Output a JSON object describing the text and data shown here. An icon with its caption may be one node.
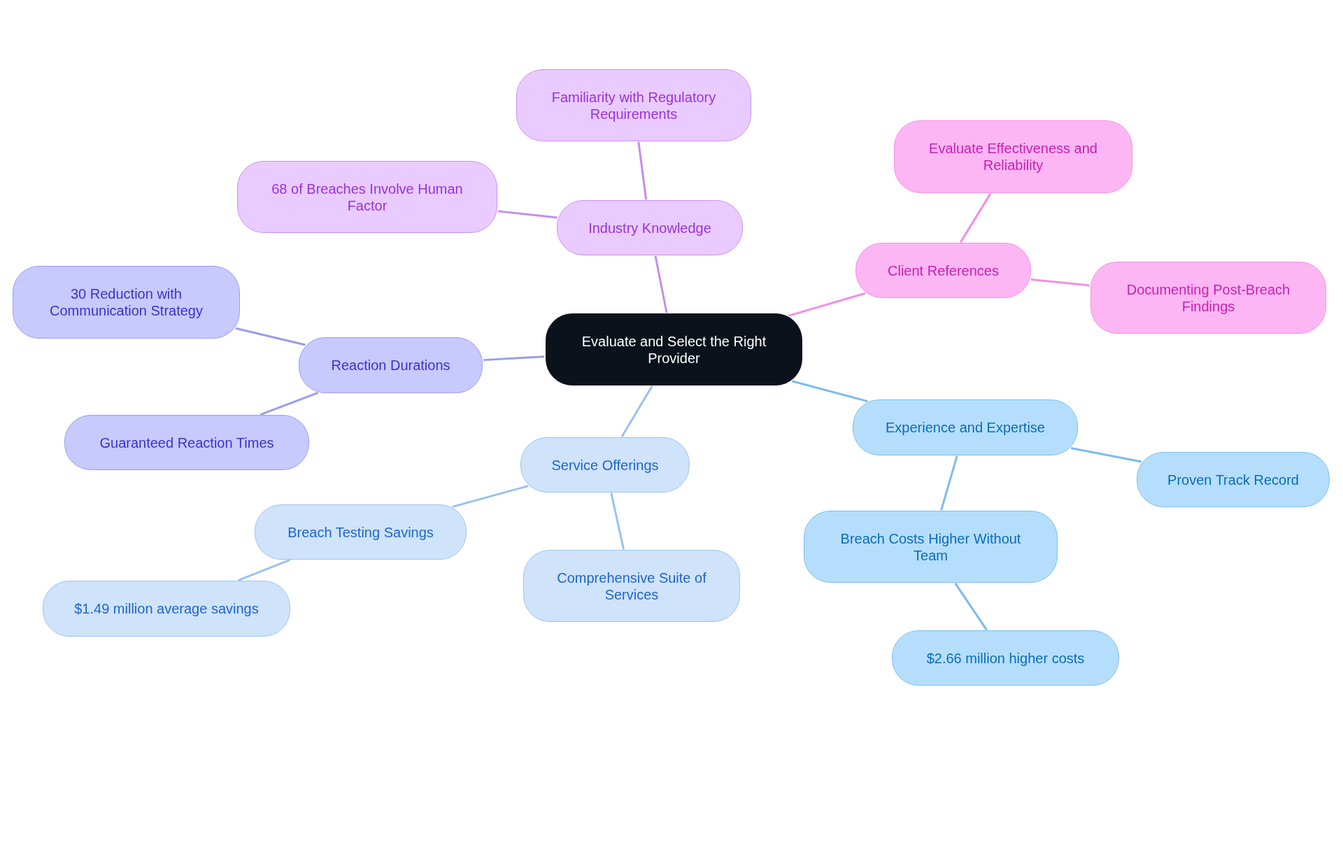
{
  "diagram": {
    "nodes": [
      {
        "text": [
          "Evaluate and Select the Right Provider"
        ]
      },
      {
        "text": [
          "Industry Knowledge"
        ]
      },
      {
        "text": [
          "Familiarity with Regulatory Requirements"
        ]
      },
      {
        "text": [
          "68 of Breaches Involve Human Factor"
        ]
      },
      {
        "text": [
          "Client References"
        ]
      },
      {
        "text": [
          "Evaluate Effectiveness and Reliability"
        ]
      },
      {
        "text": [
          "Documenting Post-Breach Findings"
        ]
      },
      {
        "text": [
          "Reaction Durations"
        ]
      },
      {
        "text": [
          "30 Reduction with Communication Strategy"
        ]
      },
      {
        "text": [
          "Guaranteed Reaction Times"
        ]
      },
      {
        "text": [
          "Service Offerings"
        ]
      },
      {
        "text": [
          "Breach Testing Savings"
        ]
      },
      {
        "text": [
          "$1.49 million average savings"
        ]
      },
      {
        "text": [
          "Comprehensive Suite of Services"
        ]
      },
      {
        "text": [
          "Experience and Expertise"
        ]
      },
      {
        "text": [
          "Proven Track Record"
        ]
      },
      {
        "text": [
          "Breach Costs Higher Without Team"
        ]
      },
      {
        "text": [
          "$2.66 million higher costs"
        ]
      }
    ],
    "edges": [
      {
        "from": 0,
        "to": 1,
        "arrow": "none",
        "color": "#c68cf0"
      },
      {
        "from": 1,
        "to": 2,
        "arrow": "none",
        "color": "#c68cf0"
      },
      {
        "from": 1,
        "to": 3,
        "arrow": "none",
        "color": "#c68cf0"
      },
      {
        "from": 0,
        "to": 4,
        "arrow": "none",
        "color": "#f28fe4"
      },
      {
        "from": 4,
        "to": 5,
        "arrow": "none",
        "color": "#f28fe4"
      },
      {
        "from": 4,
        "to": 6,
        "arrow": "none",
        "color": "#f28fe4"
      },
      {
        "from": 0,
        "to": 7,
        "arrow": "none",
        "color": "#9a9cf0"
      },
      {
        "from": 7,
        "to": 8,
        "arrow": "none",
        "color": "#9a9cf0"
      },
      {
        "from": 7,
        "to": 9,
        "arrow": "none",
        "color": "#9a9cf0"
      },
      {
        "from": 0,
        "to": 10,
        "arrow": "none",
        "color": "#99c2ee"
      },
      {
        "from": 10,
        "to": 11,
        "arrow": "none",
        "color": "#99c2ee"
      },
      {
        "from": 11,
        "to": 12,
        "arrow": "none",
        "color": "#99c2ee"
      },
      {
        "from": 10,
        "to": 13,
        "arrow": "none",
        "color": "#99c2ee"
      },
      {
        "from": 0,
        "to": 14,
        "arrow": "none",
        "color": "#7abcef"
      },
      {
        "from": 14,
        "to": 16,
        "arrow": "none",
        "color": "#7abcef"
      },
      {
        "from": 16,
        "to": 17,
        "arrow": "none",
        "color": "#7abcef"
      },
      {
        "from": 14,
        "to": 15,
        "arrow": "none",
        "color": "#7abcef"
      }
    ]
  }
}
